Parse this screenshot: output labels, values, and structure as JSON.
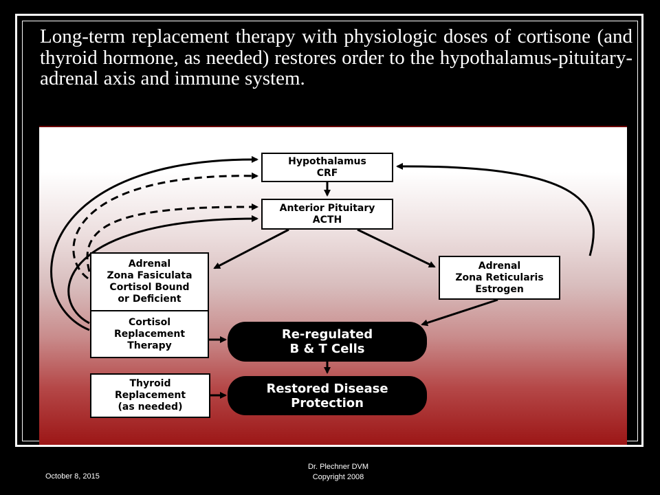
{
  "slide": {
    "heading": "Long-term replacement therapy with physiologic doses of cortisone (and thyroid hormone, as needed) restores order to the hypothalamus-pituitary-adrenal axis and immune system."
  },
  "diagram": {
    "hypothalamus": [
      "Hypothalamus",
      "CRF"
    ],
    "pituitary": [
      "Anterior Pituitary",
      "ACTH"
    ],
    "adrenal_fasiculata": [
      "Adrenal",
      "Zona Fasiculata",
      "Cortisol Bound",
      "or Deficient"
    ],
    "cortisol_therapy": [
      "Cortisol",
      "Replacement",
      "Therapy"
    ],
    "thyroid_replacement": [
      "Thyroid",
      "Replacement",
      "(as needed)"
    ],
    "adrenal_reticularis": [
      "Adrenal",
      "Zona Reticularis",
      "Estrogen"
    ],
    "bt_cells": [
      "Re-regulated",
      "B & T Cells"
    ],
    "disease_protection": [
      "Restored Disease",
      "Protection"
    ]
  },
  "footer": {
    "date": "October 8, 2015",
    "author": "Dr. Plechner DVM",
    "copyright": "Copyright 2008"
  },
  "colors": {
    "background": "#000000",
    "panel_top": "#ffffff",
    "panel_bottom": "#9c1616"
  }
}
